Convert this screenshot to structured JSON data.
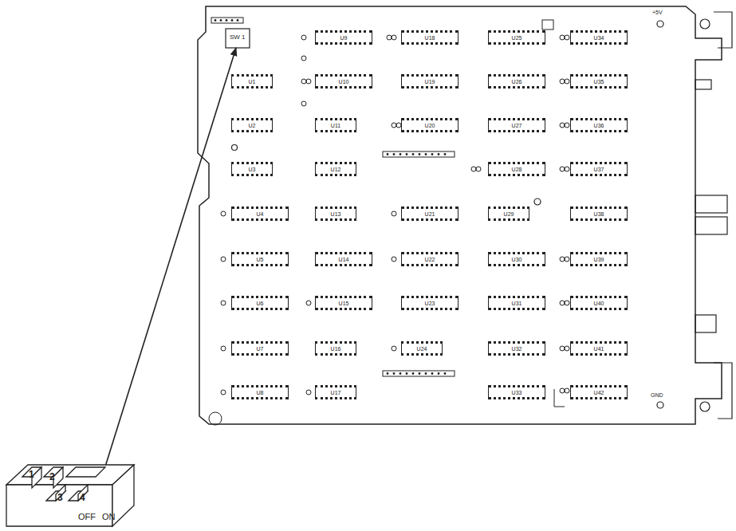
{
  "diagram": {
    "nodes": [
      {
        "text": [
          "U9"
        ]
      },
      {
        "text": [
          "U18"
        ]
      },
      {
        "text": [
          "U25"
        ]
      },
      {
        "text": [
          "U34"
        ]
      },
      {
        "text": [
          "U1"
        ]
      },
      {
        "text": [
          "U10"
        ]
      },
      {
        "text": [
          "U19"
        ]
      },
      {
        "text": [
          "U26"
        ]
      },
      {
        "text": [
          "U35"
        ]
      },
      {
        "text": [
          "U2"
        ]
      },
      {
        "text": [
          "U11"
        ]
      },
      {
        "text": [
          "U20"
        ]
      },
      {
        "text": [
          "U27"
        ]
      },
      {
        "text": [
          "U36"
        ]
      },
      {
        "text": [
          "U3"
        ]
      },
      {
        "text": [
          "U12"
        ]
      },
      {
        "text": [
          "U28"
        ]
      },
      {
        "text": [
          "U37"
        ]
      },
      {
        "text": [
          "U4"
        ]
      },
      {
        "text": [
          "U13"
        ]
      },
      {
        "text": [
          "U21"
        ]
      },
      {
        "text": [
          "U29"
        ]
      },
      {
        "text": [
          "U38"
        ]
      },
      {
        "text": [
          "U5"
        ]
      },
      {
        "text": [
          "U14"
        ]
      },
      {
        "text": [
          "U22"
        ]
      },
      {
        "text": [
          "U30"
        ]
      },
      {
        "text": [
          "U39"
        ]
      },
      {
        "text": [
          "U6"
        ]
      },
      {
        "text": [
          "U15"
        ]
      },
      {
        "text": [
          "U23"
        ]
      },
      {
        "text": [
          "U31"
        ]
      },
      {
        "text": [
          "U40"
        ]
      },
      {
        "text": [
          "U7"
        ]
      },
      {
        "text": [
          "U16"
        ]
      },
      {
        "text": [
          "U24"
        ]
      },
      {
        "text": [
          "U32"
        ]
      },
      {
        "text": [
          "U41"
        ]
      },
      {
        "text": [
          "U8"
        ]
      },
      {
        "text": [
          "U17"
        ]
      },
      {
        "text": [
          "U33"
        ]
      },
      {
        "text": [
          "U42"
        ]
      }
    ],
    "labels": [
      "SW 1",
      "1",
      "2",
      "3",
      "4",
      "OFF",
      "ON",
      "+5V",
      "GND"
    ]
  }
}
